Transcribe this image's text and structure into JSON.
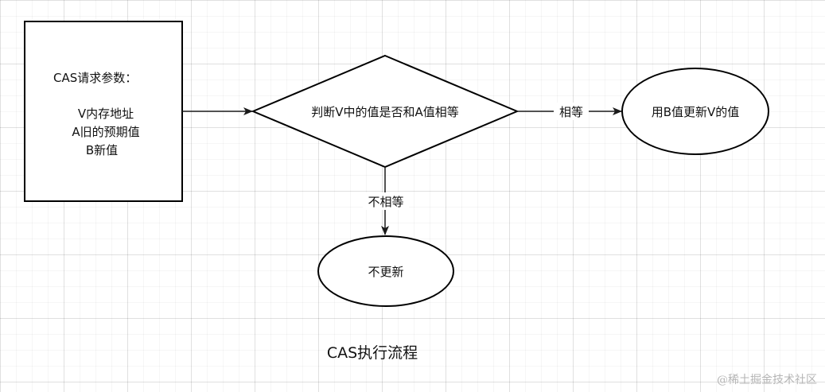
{
  "request_box": {
    "title": "CAS请求参数：",
    "params": [
      "V内存地址",
      "A旧的预期值",
      "B新值"
    ]
  },
  "decision": {
    "text": "判断V中的值是否和A值相等"
  },
  "terminal_update": {
    "text": "用B值更新V的值"
  },
  "terminal_no_update": {
    "text": "不更新"
  },
  "edges": {
    "equal_label": "相等",
    "not_equal_label": "不相等"
  },
  "caption": "CAS执行流程",
  "watermark": "@稀土掘金技术社区",
  "colors": {
    "stroke": "#000000",
    "fill": "#ffffff",
    "text": "#111111"
  }
}
